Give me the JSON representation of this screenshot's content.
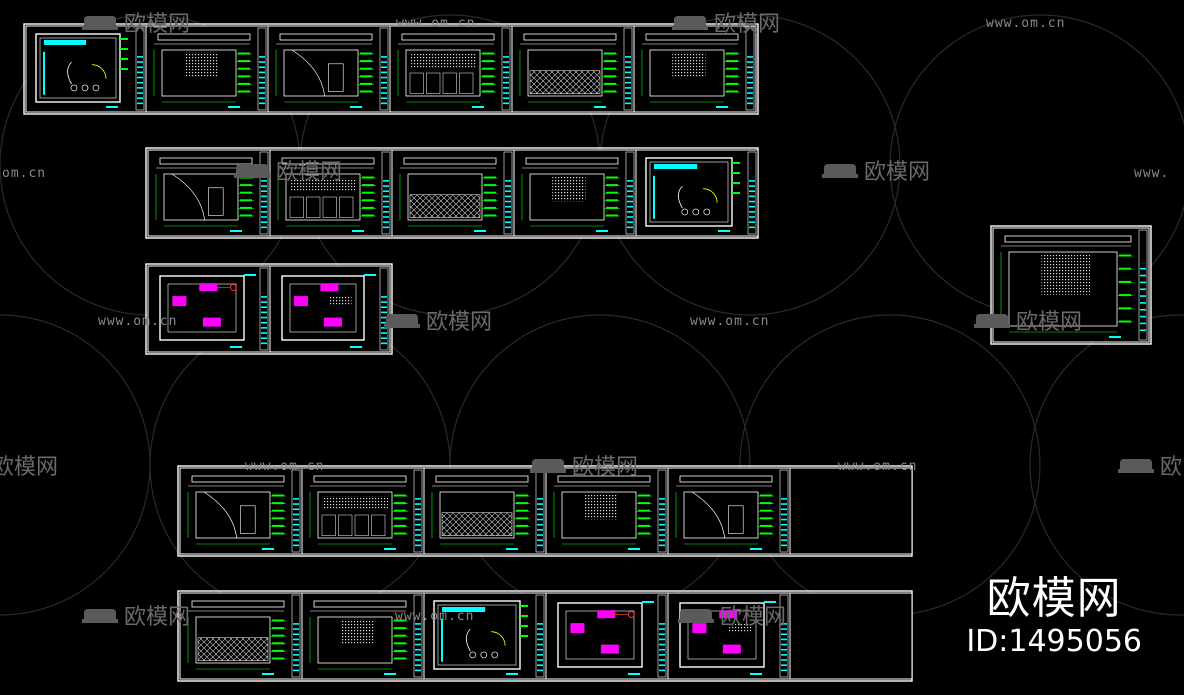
{
  "watermark": {
    "url": "www.om.cn",
    "url_partial_left": "om.cn",
    "url_partial_right": "www.",
    "logo": "欧模网",
    "logo_partial": "欧模网",
    "logo_cut": "欧"
  },
  "brand": {
    "name": "欧模网",
    "id": "ID:1495056"
  },
  "colors": {
    "background": "#000000",
    "frame": "#ffffff",
    "linework": "#00ff00",
    "accent_cyan": "#00ffff",
    "accent_magenta": "#ff00ff",
    "accent_yellow": "#ffff00",
    "accent_red": "#ff3030",
    "watermark": "#8a8a8a"
  },
  "icons": [
    "sofa-logo-icon"
  ]
}
